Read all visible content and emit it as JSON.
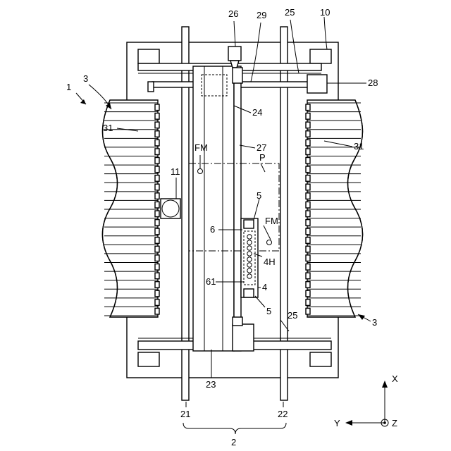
{
  "figure": {
    "labels": {
      "l1": "1",
      "l3_top": "3",
      "l3_bottom": "3",
      "l10": "10",
      "l25_top": "25",
      "l25_bottom": "25",
      "l26": "26",
      "l29": "29",
      "l28": "28",
      "l24": "24",
      "l27": "27",
      "l31_left": "31",
      "l31_right": "31",
      "lFM_top": "FM",
      "lFM_mid": "FM",
      "lP": "P",
      "l11": "11",
      "l5_top": "5",
      "l5_bottom": "5",
      "l6": "6",
      "l4H": "4H",
      "l61": "61",
      "l4": "4",
      "l23": "23",
      "l21": "21",
      "l22": "22",
      "l2": "2"
    },
    "axes": {
      "x": "X",
      "y": "Y",
      "z": "Z"
    }
  }
}
